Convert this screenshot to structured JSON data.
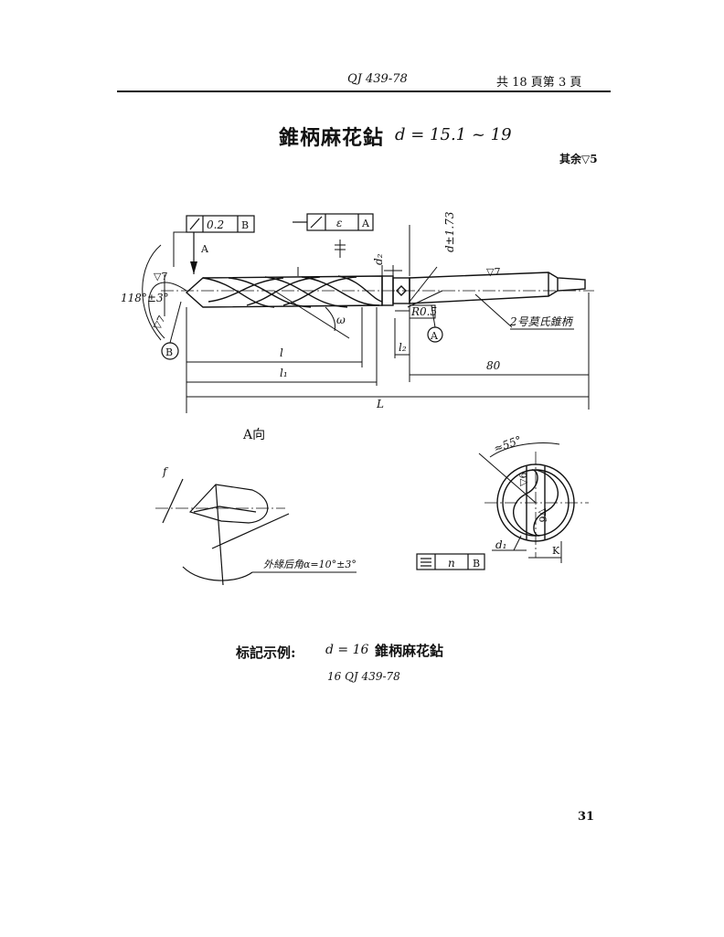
{
  "header": {
    "standard_no": "QJ 439-78",
    "page_info": "共 18 頁第 3 頁"
  },
  "title": {
    "name": "錐柄麻花鉆",
    "formula": "d = 15.1 ~ 19"
  },
  "surface_note": "其余▽5",
  "drawing": {
    "tolerance_frame_1": [
      "0.2",
      "B"
    ],
    "tolerance_frame_2": [
      "ε",
      "A"
    ],
    "labels": {
      "datum_a": "A",
      "datum_b": "B",
      "angle": "118°±3°",
      "roughness_7": "▽7",
      "d2": "d₂",
      "d_tol": "d±1.73",
      "r05": "R0.5",
      "morse": "2号莫氏錐柄",
      "omega": "ω",
      "l": "l",
      "l1": "l₁",
      "l2": "l₂",
      "L": "L",
      "length_80": "80"
    }
  },
  "view_a": {
    "title": "A向",
    "f_label": "f",
    "clearance_note": "外緣后角α=10°±3°",
    "angle_55": "≈55°",
    "roughness_6a": "▽6",
    "roughness_6b": "▽6",
    "d1": "d₁",
    "k": "K",
    "frame_3": [
      "n",
      "B"
    ]
  },
  "example": {
    "label": "标記示例:",
    "formula": "d = 16",
    "name": "錐柄麻花鉆",
    "code": "16  QJ 439-78"
  },
  "page_number": "31"
}
